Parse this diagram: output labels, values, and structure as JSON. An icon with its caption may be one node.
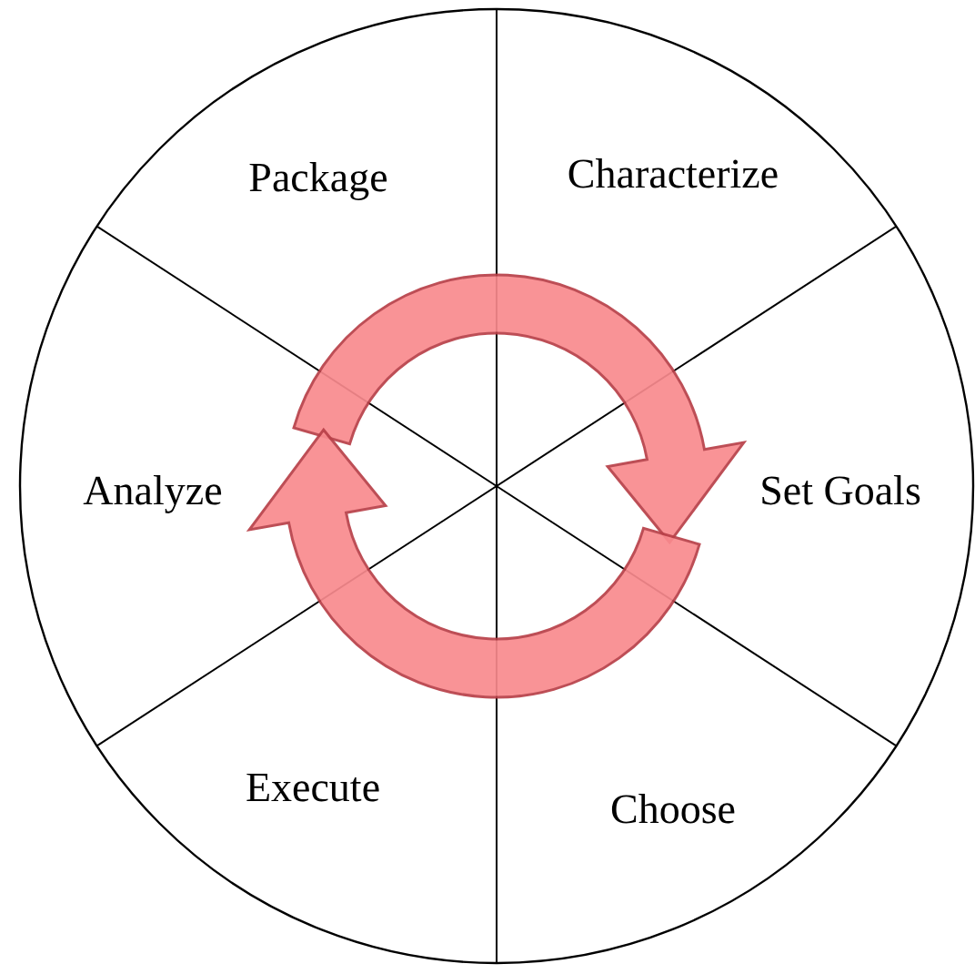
{
  "diagram": {
    "nodes": [
      {
        "text": [
          "Package"
        ]
      },
      {
        "text": [
          "Characterize"
        ]
      },
      {
        "text": [
          "Set Goals"
        ]
      },
      {
        "text": [
          "Choose"
        ]
      },
      {
        "text": [
          "Execute"
        ]
      },
      {
        "text": [
          "Analyze"
        ]
      }
    ]
  }
}
